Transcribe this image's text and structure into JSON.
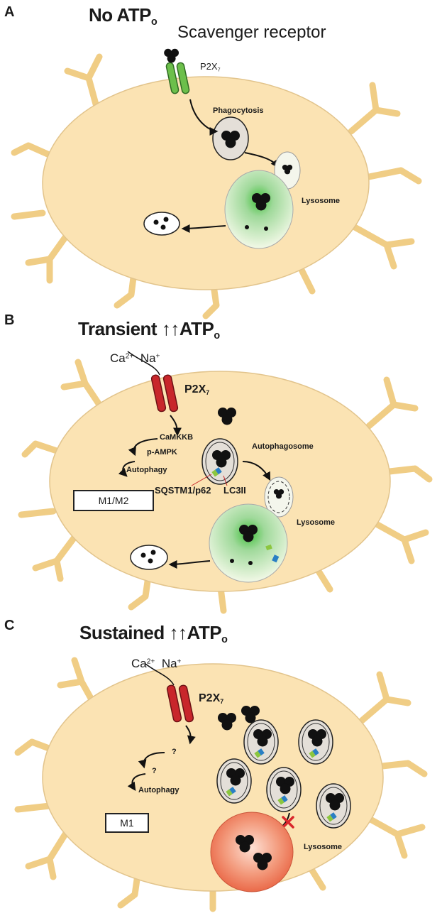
{
  "panelA": {
    "letter": "A",
    "title_main": "No ATP",
    "title_sub": "o",
    "receptor_label": "Scavenger receptor",
    "p2x7_main": "P2X",
    "p2x7_sub": "7",
    "phagocytosis": "Phagocytosis",
    "lysosome": "Lysosome"
  },
  "panelB": {
    "letter": "B",
    "title_word": "Transient",
    "title_arrows": "↑↑",
    "title_main": "ATP",
    "title_sub": "o",
    "ca": "Ca",
    "ca_sup": "2+",
    "na": "Na",
    "na_sup": "+",
    "p2x7_main": "P2X",
    "p2x7_sub": "7",
    "camkkb": "CaMKKB",
    "pampk": "p-AMPK",
    "autophagy": "Autophagy",
    "autophagosome": "Autophagosome",
    "sqstm1": "SQSTM1/p62",
    "lc3": "LC3II",
    "m1m2": "M1/M2",
    "lysosome": "Lysosome"
  },
  "panelC": {
    "letter": "C",
    "title_word": "Sustained",
    "title_arrows": "↑↑",
    "title_main": "ATP",
    "title_sub": "o",
    "ca": "Ca",
    "ca_sup": "2+",
    "na": "Na",
    "na_sup": "+",
    "p2x7_main": "P2X",
    "p2x7_sub": "7",
    "q1": "?",
    "q2": "?",
    "autophagy": "Autophagy",
    "m1": "M1",
    "lysosome": "Lysosome"
  },
  "colors": {
    "cell": "#fbe3b3",
    "cell_edge": "#d8bb86",
    "process": "#f3d38e",
    "green_receptor": "#6cbf4b",
    "red_receptor": "#c8262b",
    "lysosome_green": "#8fd18a",
    "lysosome_red": "#f07a5a",
    "vesicle": "#e4dfd8"
  }
}
